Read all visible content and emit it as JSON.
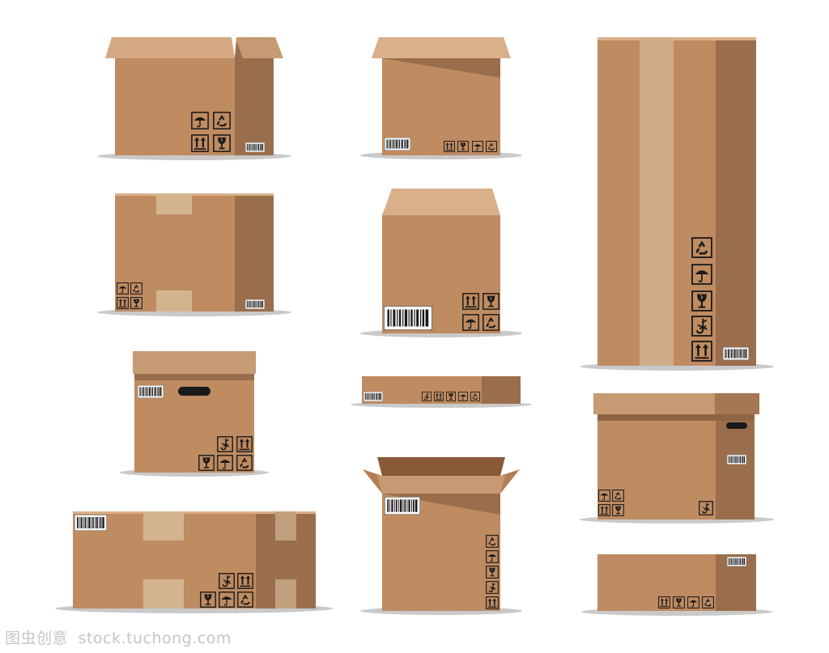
{
  "image": {
    "subject": "cardboard shipping boxes",
    "background_color": "#ffffff"
  },
  "colors": {
    "cardboard_front": "#bf8b61",
    "cardboard_side": "#9a6e4c",
    "cardboard_flap_light": "#d9b08a",
    "cardboard_flap_dark": "#b47e54",
    "cardboard_inside": "#8a5a37",
    "tape": "#d4b48e",
    "tape_vertical": "#cdac87",
    "shadow": "#c9c9c9",
    "icon_stroke": "#1a1a1a"
  },
  "icons": [
    "umbrella-icon",
    "recycle-icon",
    "arrows-up-icon",
    "glass-icon",
    "hook-icon",
    "barcode-icon",
    "handle-hole-icon"
  ],
  "watermark": {
    "chinese": "图虫创意",
    "site": "stock.tuchong.com"
  }
}
